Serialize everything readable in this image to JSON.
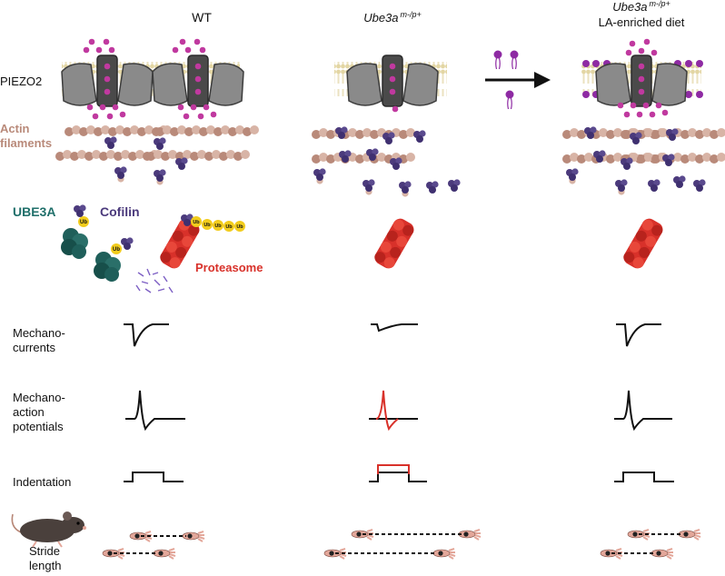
{
  "columns": {
    "wt": "WT",
    "mutant": "Ube3a",
    "mutant_sup": "m-/p+",
    "diet_mutant": "Ube3a",
    "diet_mutant_sup": "m-/p+",
    "diet_label": "LA-enriched diet"
  },
  "labels": {
    "piezo2": "PIEZO2",
    "actin_1": "Actin",
    "actin_2": "filaments",
    "ube3a": "UBE3A",
    "cofilin": "Cofilin",
    "proteasome": "Proteasome",
    "ub": "Ub",
    "mechano_currents_1": "Mechano-",
    "mechano_currents_2": "currents",
    "ap_1": "Mechano-",
    "ap_2": "action",
    "ap_3": "potentials",
    "indentation": "Indentation",
    "stride_1": "Stride",
    "stride_2": "length"
  },
  "colors": {
    "membrane": "#e8dcb0",
    "channel": "#7a7a7a",
    "channel_dark": "#3f3f3f",
    "calcium": "#c0399f",
    "actin_a": "#b98a7a",
    "actin_b": "#d8b4a6",
    "cofilin": "#4b3a7c",
    "ube3a": "#1f5f5a",
    "ubiquitin": "#f2cc1c",
    "proteasome": "#d8312a",
    "lipid": "#8e2aa3",
    "trace": "#111111",
    "mutant_trace": "#d8312a"
  }
}
